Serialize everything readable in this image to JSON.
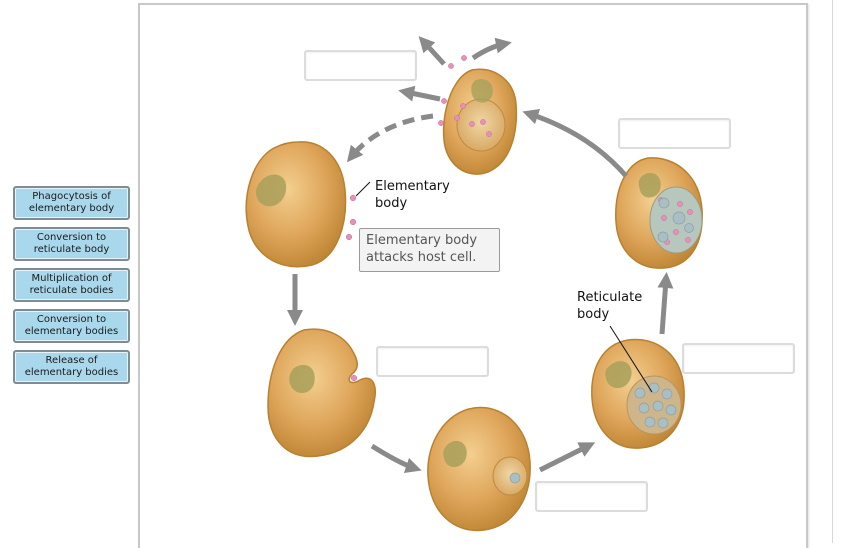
{
  "word_bank": [
    {
      "id": "phagocytosis",
      "line1": "Phagocytosis of",
      "line2": "elementary body"
    },
    {
      "id": "conversion-reticulate",
      "line1": "Conversion to",
      "line2": "reticulate body"
    },
    {
      "id": "multiplication",
      "line1": "Multiplication of",
      "line2": "reticulate bodies"
    },
    {
      "id": "conversion-elementary",
      "line1": "Conversion to",
      "line2": "elementary bodies"
    },
    {
      "id": "release",
      "line1": "Release of",
      "line2": "elementary bodies"
    }
  ],
  "diagram": {
    "labels": {
      "elementary_body_line1": "Elementary",
      "elementary_body_line2": "body",
      "reticulate_body_line1": "Reticulate",
      "reticulate_body_line2": "body"
    },
    "placed_label": {
      "line1": "Elementary body",
      "line2": "attacks host cell."
    },
    "colors": {
      "cell_fill": "#d9a155",
      "cell_edge": "#b9802f",
      "nucleus": "#a8a05a",
      "elementary_body": "#e592b8",
      "reticulate_body": "#a9bfc4",
      "arrow": "#8a8a8a",
      "chip_fill": "#a9d8ec"
    }
  }
}
